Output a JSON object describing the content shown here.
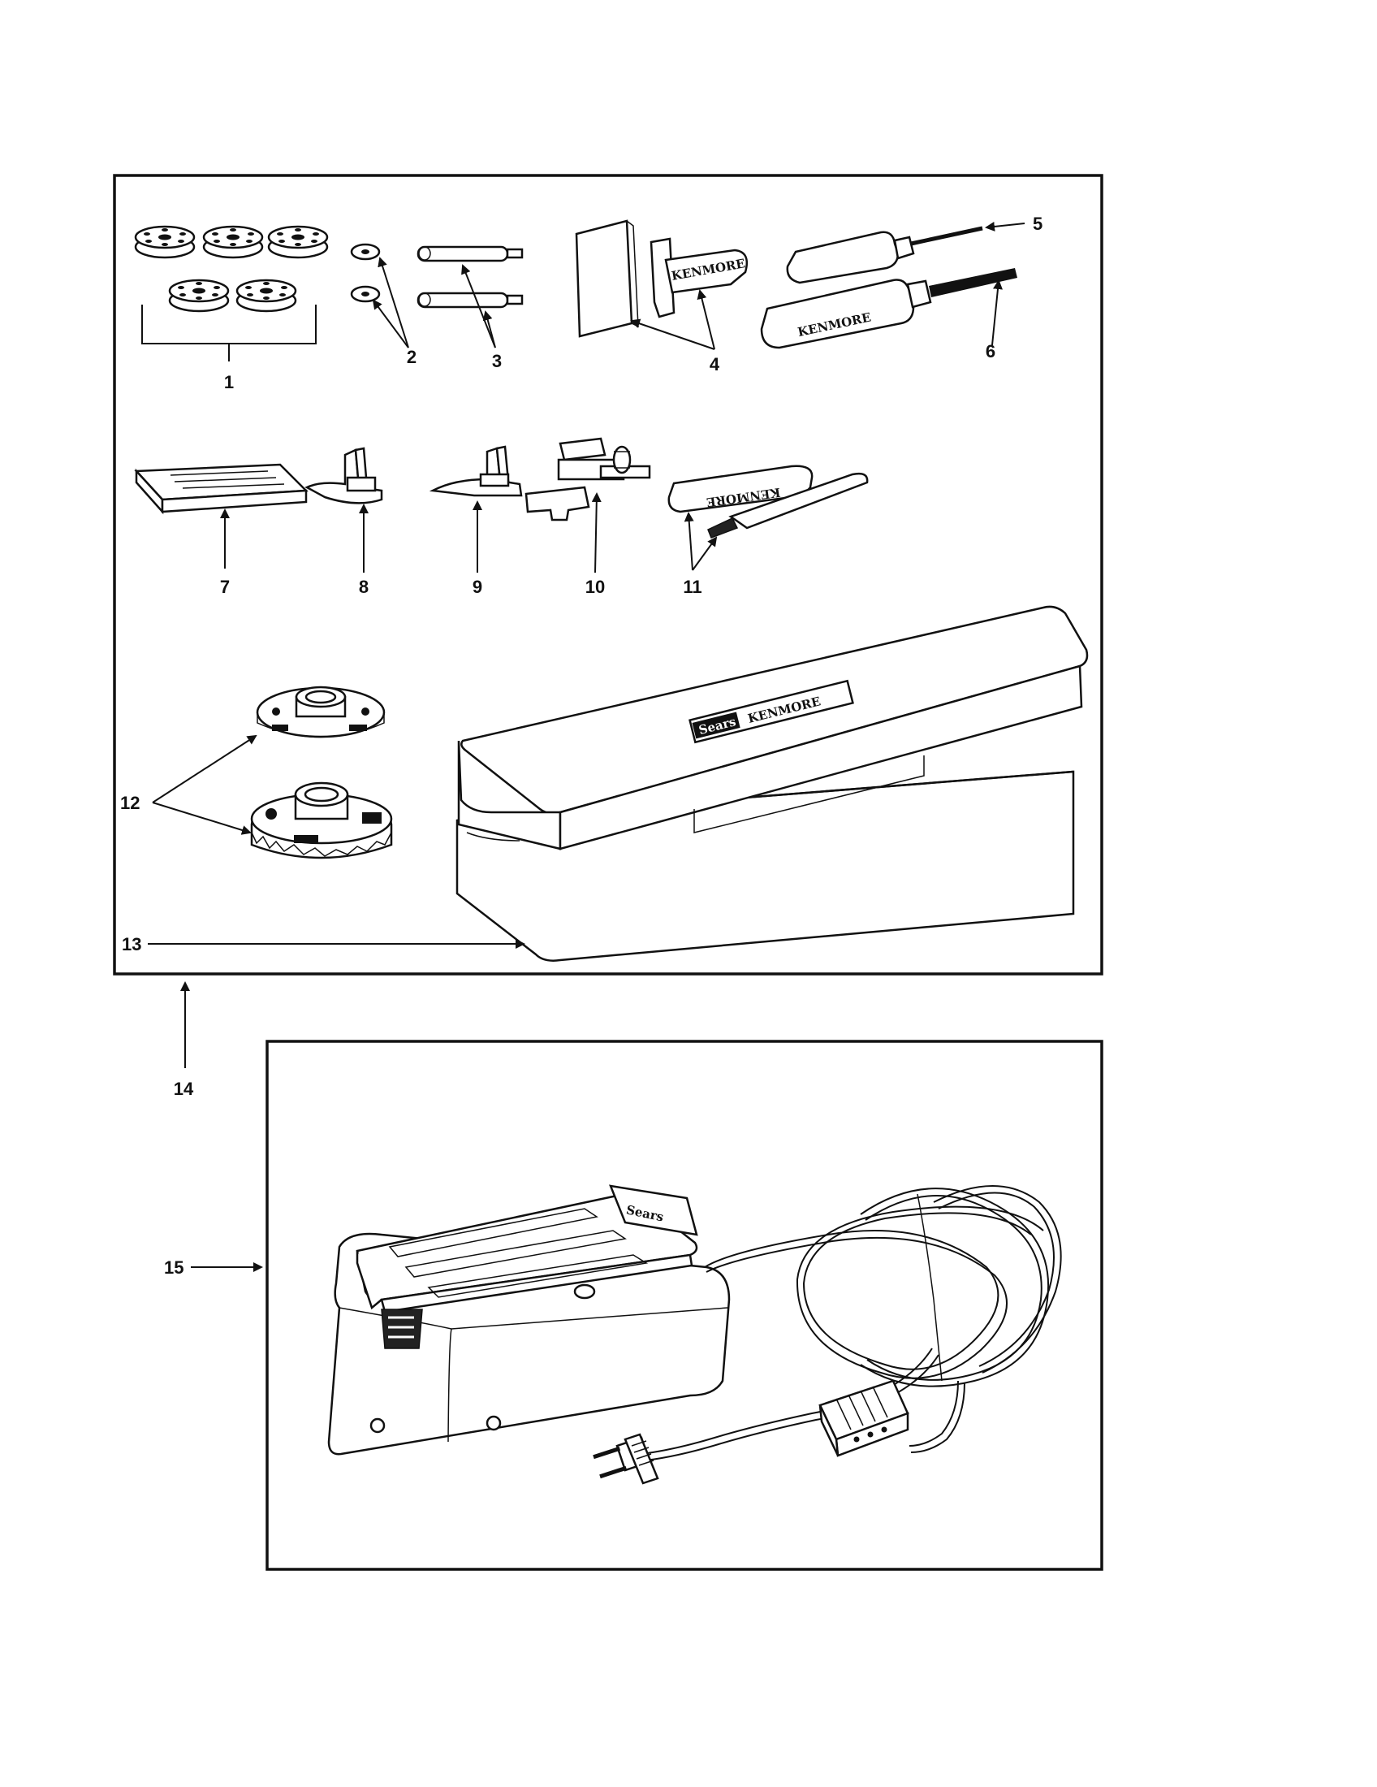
{
  "labels": {
    "l1": "1",
    "l2": "2",
    "l3": "3",
    "l4": "4",
    "l5": "5",
    "l6": "6",
    "l7": "7",
    "l8": "8",
    "l9": "9",
    "l10": "10",
    "l11": "11",
    "l12": "12",
    "l13": "13",
    "l14": "14",
    "l15": "15"
  },
  "brands": {
    "kenmore": "KENMORE",
    "sears": "Sears"
  },
  "icons": [
    "bobbin-icon",
    "washer-icon",
    "spool-pin-icon",
    "seam-ripper-icon",
    "screwdriver-icon",
    "needle-pack-icon",
    "presser-foot-icon",
    "buttonhole-attachment-icon",
    "oil-tube-icon",
    "cam-icon",
    "accessory-box-icon",
    "foot-controller-icon"
  ]
}
